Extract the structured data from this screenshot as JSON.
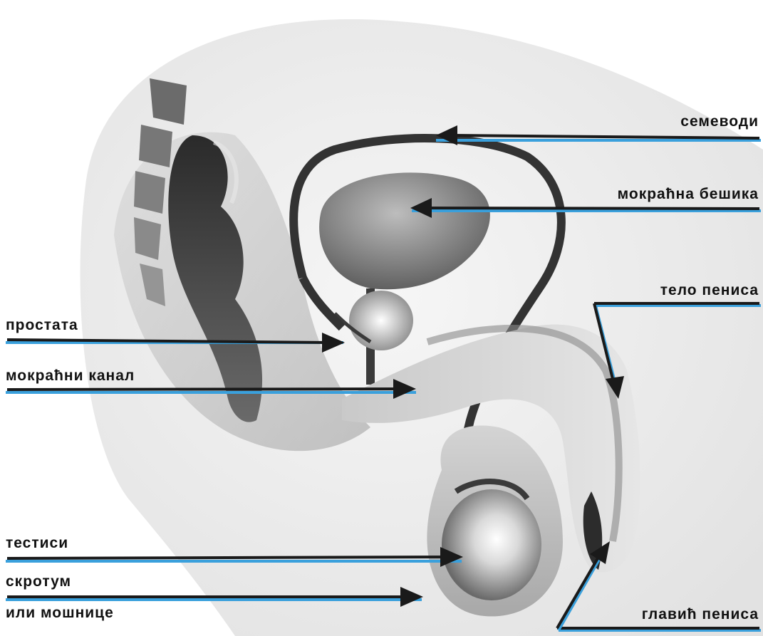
{
  "labels": {
    "vas_deferens": "семеводи",
    "bladder": "мокраћна бешика",
    "penis_body": "тело пениса",
    "prostate": "простата",
    "urethra": "мокраћни канал",
    "testes": "тестиси",
    "scrotum_line1": "скротум",
    "scrotum_line2": "или мошнице",
    "glans": "главић пениса"
  },
  "colors": {
    "label_text": "#111111",
    "leader_dark": "#1a1a1a",
    "leader_blue": "#3aa0dc",
    "body_silhouette": "#ececec"
  }
}
